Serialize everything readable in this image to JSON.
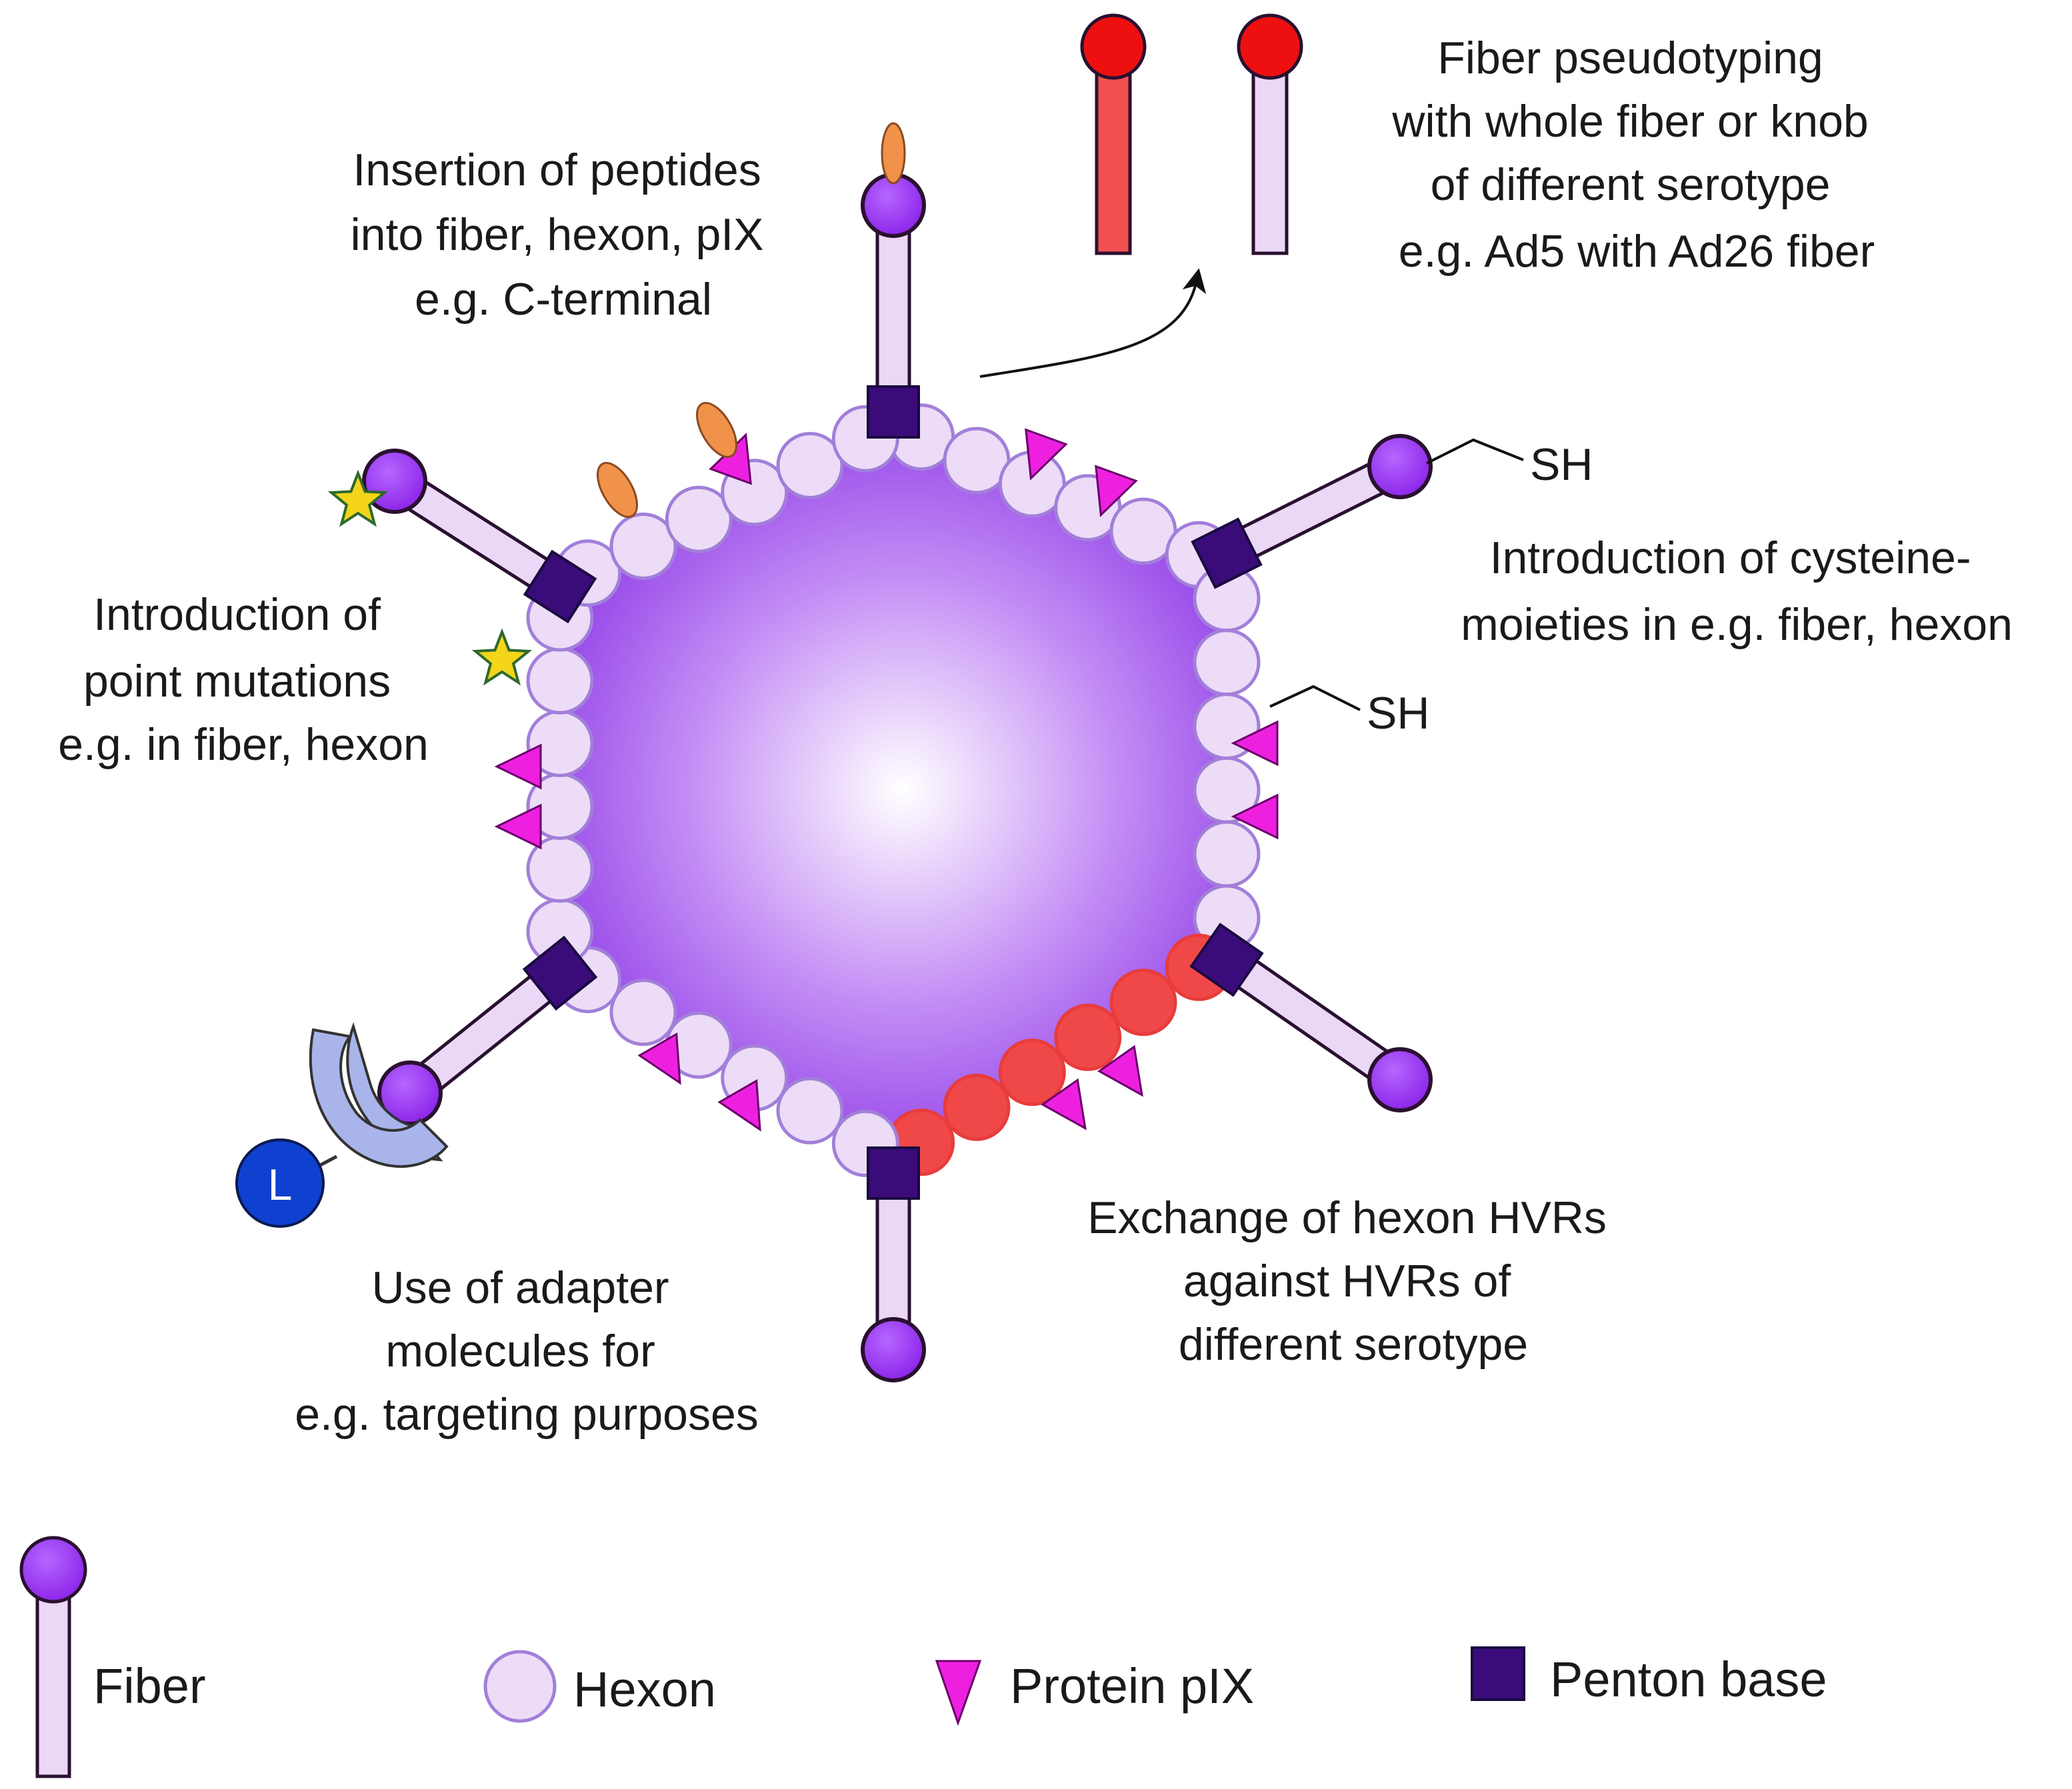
{
  "annotations": {
    "insertion": [
      "Insertion of peptides",
      "into fiber, hexon, pIX",
      "e.g. C-terminal"
    ],
    "pseudotyping": [
      "Fiber pseudotyping",
      "with whole fiber or knob",
      "of different serotype",
      "e.g. Ad5 with Ad26 fiber"
    ],
    "point_mutations": [
      "Introduction of",
      "point mutations",
      "e.g. in fiber, hexon"
    ],
    "cysteine": [
      "Introduction of cysteine-",
      "moieties in e.g. fiber, hexon"
    ],
    "hvr_exchange": [
      "Exchange of hexon HVRs",
      "against HVRs of",
      "different serotype"
    ],
    "adapter": [
      "Use of adapter",
      "molecules for",
      "e.g. targeting purposes"
    ],
    "sh_label": "SH",
    "ligand_letter": "L"
  },
  "legend": {
    "fiber": "Fiber",
    "hexon": "Hexon",
    "pix": "Protein pIX",
    "penton": "Penton base"
  },
  "colors": {
    "capsid_center": "#ffffff",
    "capsid_edge": "#7a1de0",
    "hexon_fill": "#ecdcf7",
    "hexon_red": "#f04848",
    "pix": "#ee20e0",
    "penton": "#3a0c7a",
    "fiber_shaft": "#ead8f6",
    "fiber_knob": "#9a2ff0",
    "red_knob": "#ee1010",
    "red_shaft": "#f25050",
    "peptide": "#f0924a",
    "star": "#f4d51a",
    "adapter": "#a9b4ea",
    "ligand": "#1040d0"
  },
  "icons": [
    "fiber-icon",
    "hexon-icon",
    "pix-triangle-icon",
    "penton-square-icon",
    "star-mutation-icon",
    "peptide-ellipse-icon",
    "adapter-icon",
    "ligand-icon",
    "arrow-icon"
  ]
}
